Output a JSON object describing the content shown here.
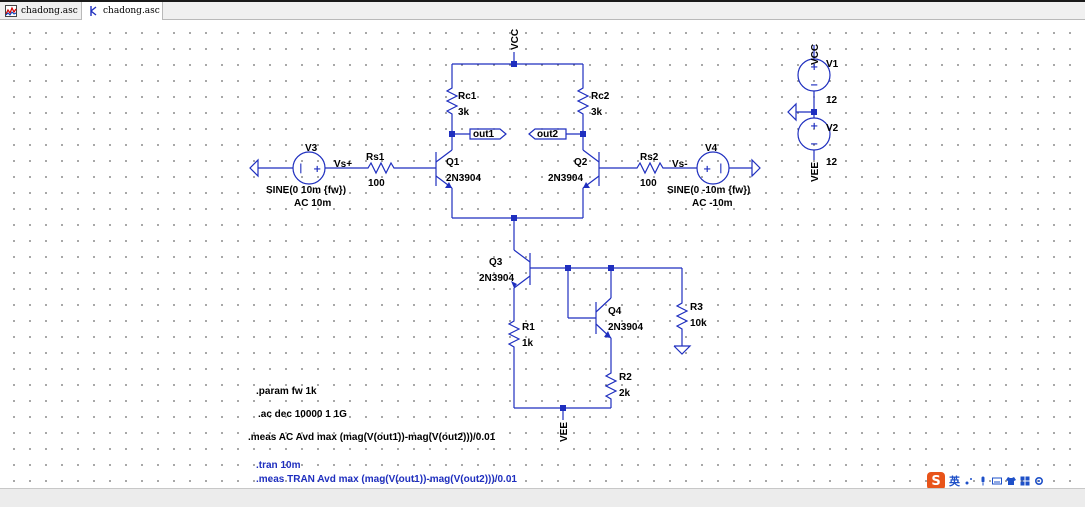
{
  "tabs": [
    {
      "label": "chadong.asc",
      "icon": "waveform-icon"
    },
    {
      "label": "chadong.asc",
      "icon": "schematic-icon",
      "active": true
    }
  ],
  "nets": {
    "vcc_top": "VCC",
    "vcc_v1": "VCC",
    "vee_bottom": "VEE",
    "vee_v2": "VEE",
    "out1": "out1",
    "out2": "out2",
    "vs_plus": "Vs+",
    "vs_minus": "Vs-"
  },
  "components": {
    "rc1": {
      "name": "Rc1",
      "value": "3k"
    },
    "rc2": {
      "name": "Rc2",
      "value": "3k"
    },
    "q1": {
      "name": "Q1",
      "model": "2N3904"
    },
    "q2": {
      "name": "Q2",
      "model": "2N3904"
    },
    "q3": {
      "name": "Q3",
      "model": "2N3904"
    },
    "q4": {
      "name": "Q4",
      "model": "2N3904"
    },
    "rs1": {
      "name": "Rs1",
      "value": "100"
    },
    "rs2": {
      "name": "Rs2",
      "value": "100"
    },
    "v3": {
      "name": "V3",
      "value": "SINE(0 10m {fw})",
      "ac": "AC 10m"
    },
    "v4": {
      "name": "V4",
      "value": "SINE(0 -10m {fw})",
      "ac": "AC -10m"
    },
    "r1": {
      "name": "R1",
      "value": "1k"
    },
    "r2": {
      "name": "R2",
      "value": "2k"
    },
    "r3": {
      "name": "R3",
      "value": "10k"
    },
    "v1": {
      "name": "V1",
      "value": "12"
    },
    "v2": {
      "name": "V2",
      "value": "12"
    }
  },
  "directives": {
    "param": ".param fw 1k",
    "ac": ".ac dec 10000 1 1G",
    "meas_ac": ".meas AC Avd max (mag(V(out1))-mag(V(out2)))/0.01",
    "tran": ".tran 10m",
    "meas_tran": ".meas TRAN Avd max (mag(V(out1))-mag(V(out2)))/0.01"
  },
  "ime": {
    "label": "英"
  },
  "colors": {
    "wire": "#1f2fbf",
    "component": "#1f2fbf",
    "text": "#000000",
    "directive_active": "#1f2fbf",
    "dot": "#5a5a5a"
  }
}
